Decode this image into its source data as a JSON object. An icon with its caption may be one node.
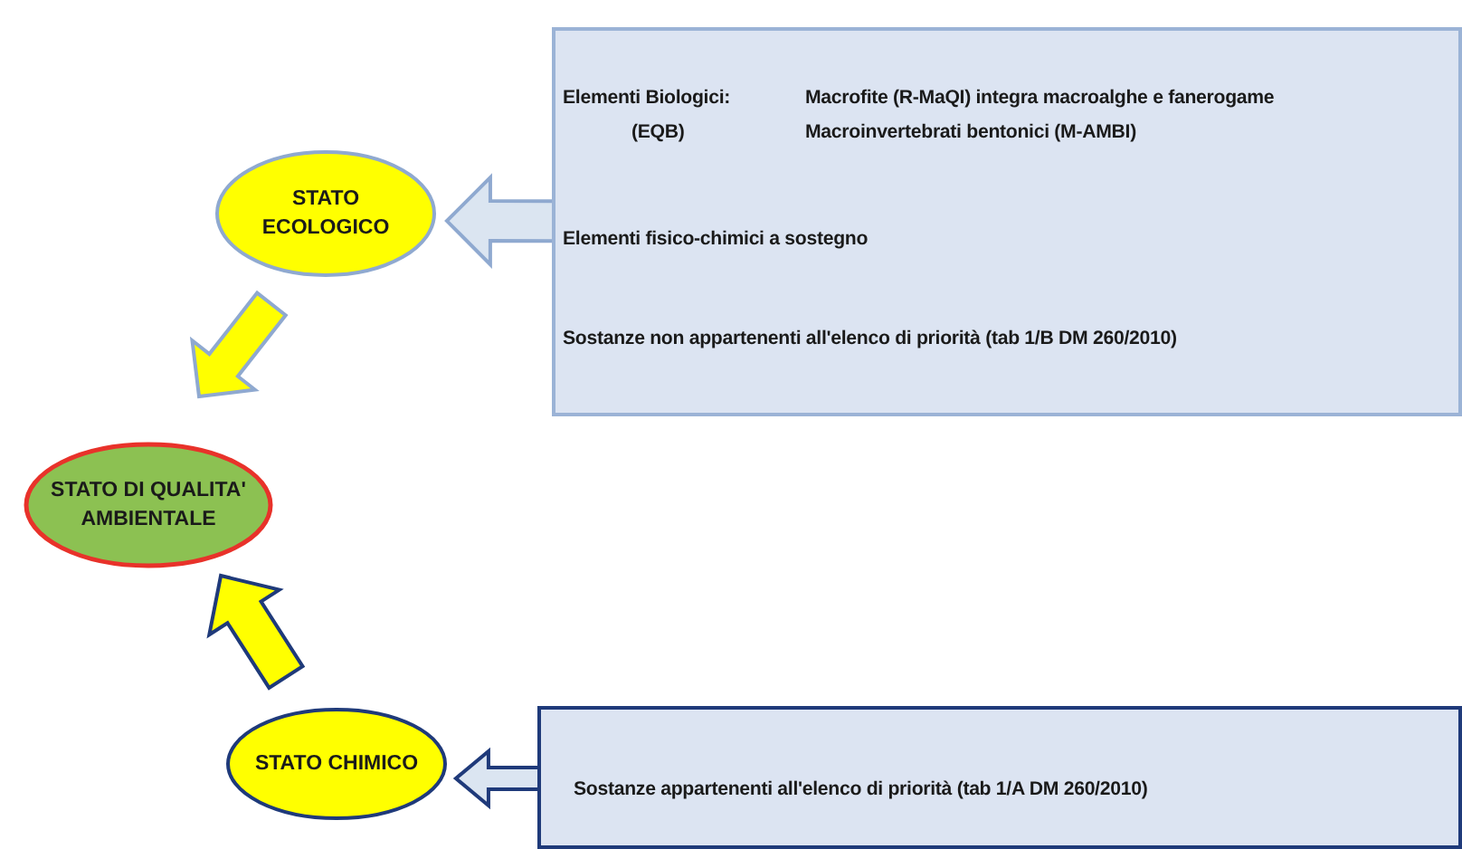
{
  "diagram": {
    "nodes": [
      {
        "text": [
          "STATO ECOLOGICO"
        ]
      },
      {
        "text": [
          "STATO DI QUALITA' AMBIENTALE"
        ]
      },
      {
        "text": [
          "STATO CHIMICO"
        ]
      },
      {
        "text": [
          "Elementi Biologici:",
          "(EQB)",
          "Macrofite (R-MaQI) integra macroalghe e fanerogame",
          "Macroinvertebrati bentonici (M-AMBI)",
          "Elementi fisico-chimici a sostegno",
          "Sostanze non appartenenti all'elenco di priorità (tab 1/B DM 260/2010)"
        ]
      },
      {
        "text": [
          "Sostanze appartenenti all'elenco di priorità (tab 1/A DM 260/2010)"
        ]
      }
    ],
    "edges": [
      {
        "from": 3,
        "to": 0,
        "arrow": "to",
        "style": "thick",
        "color": "#dbe5f1"
      },
      {
        "from": 0,
        "to": 1,
        "arrow": "to",
        "style": "thick",
        "color": "#ffff00"
      },
      {
        "from": 2,
        "to": 1,
        "arrow": "to",
        "style": "thick",
        "color": "#ffff00"
      },
      {
        "from": 4,
        "to": 2,
        "arrow": "to",
        "style": "thick",
        "color": "#dbe5f1"
      }
    ]
  }
}
